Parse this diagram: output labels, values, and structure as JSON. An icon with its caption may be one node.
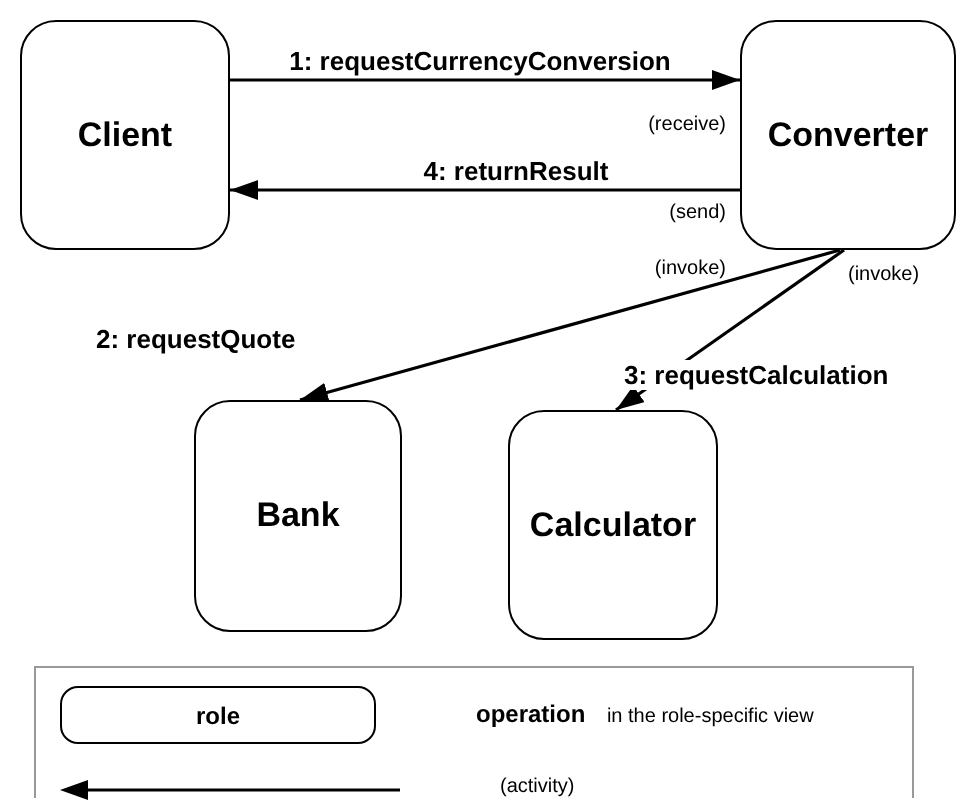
{
  "diagram": {
    "nodes": [
      {
        "text": [
          "Client"
        ]
      },
      {
        "text": [
          "Converter"
        ],
        "beside": [
          "(receive)",
          "(send)",
          "(invoke)",
          "(invoke)"
        ]
      },
      {
        "text": [
          "Bank"
        ]
      },
      {
        "text": [
          "Calculator"
        ]
      }
    ],
    "edges": [
      {
        "from": 0,
        "to": 1,
        "arrow": "to",
        "label": "1: requestCurrencyConversion"
      },
      {
        "from": 1,
        "to": 2,
        "arrow": "to",
        "label": "2: requestQuote"
      },
      {
        "from": 1,
        "to": 3,
        "arrow": "to",
        "label": "3: requestCalculation"
      },
      {
        "from": 1,
        "to": 0,
        "arrow": "to",
        "label": "4: returnResult"
      }
    ],
    "legend": [
      {
        "text": "role"
      },
      {
        "text": "**operation** in the role-specific view"
      },
      {
        "text": "(activity)"
      }
    ]
  }
}
